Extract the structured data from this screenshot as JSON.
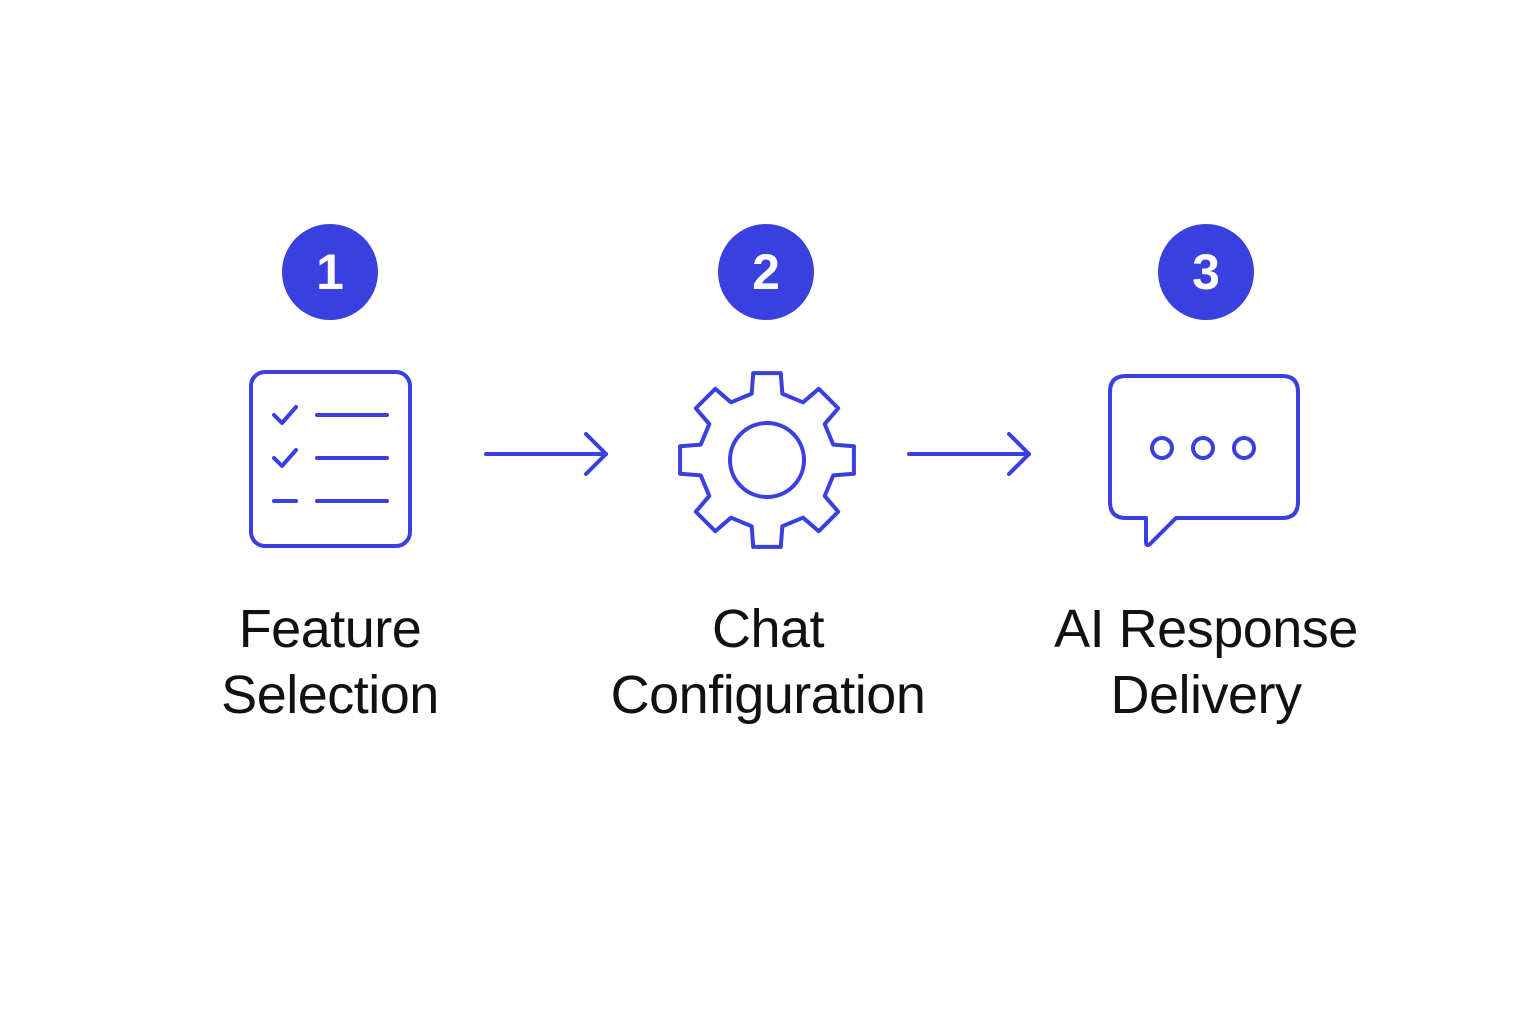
{
  "theme": {
    "accent": "#3A3FE0",
    "text": "#111111",
    "background": "#FFFFFF"
  },
  "steps": [
    {
      "number": "1",
      "icon": "checklist-icon",
      "label_lines": [
        "Feature",
        "Selection"
      ]
    },
    {
      "number": "2",
      "icon": "gear-icon",
      "label_lines": [
        "Chat",
        "Configuration"
      ]
    },
    {
      "number": "3",
      "icon": "chat-bubble-icon",
      "label_lines": [
        "AI Response",
        "Delivery"
      ]
    }
  ],
  "connectors": [
    {
      "from": "1",
      "to": "2",
      "icon": "arrow-right-icon"
    },
    {
      "from": "2",
      "to": "3",
      "icon": "arrow-right-icon"
    }
  ]
}
